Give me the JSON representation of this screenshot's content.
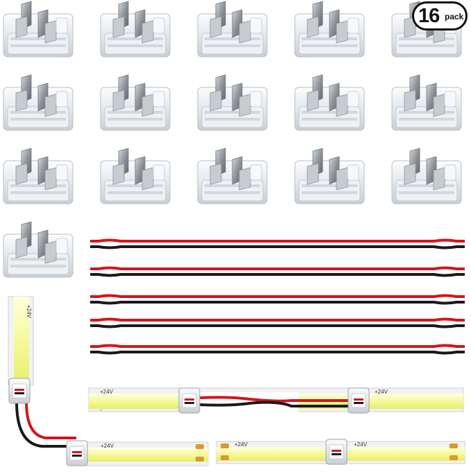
{
  "badge": {
    "count": "16",
    "unit": "pack"
  },
  "strip_labels": {
    "plus_24v": "+24V",
    "minus": "-"
  },
  "colors": {
    "wire_red": "#d4151b",
    "wire_black": "#1a1a1a",
    "cob_yellow": "#f4f78a",
    "pcb_white": "#f2f2f2",
    "solder_pad": "#d99a2b",
    "connector_clear": "#e6eaee",
    "connector_metal": "#9aa0a6"
  },
  "product": {
    "connector_count": 16,
    "jumper_wire_count": 5
  }
}
